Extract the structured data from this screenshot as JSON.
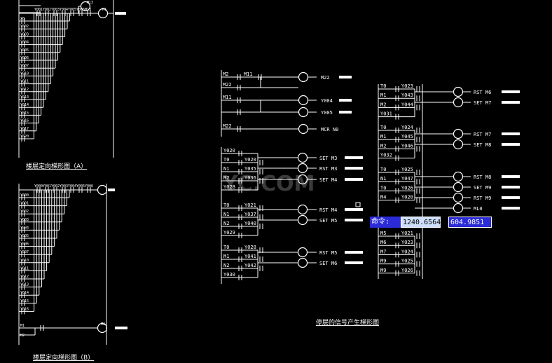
{
  "watermark": "YC.COM",
  "captions": {
    "a": "楼层定向梯形图（A）",
    "b": "楼层定向梯形图（B）",
    "main": "停层的信号产生梯形图"
  },
  "command_input": {
    "label": "命令:",
    "x": "1240.6564",
    "y": "604.9851"
  },
  "colors": {
    "background": "#000000",
    "line": "#ffffff",
    "input_bg": "#2b2bd8"
  },
  "left_top": {
    "top_contacts": [
      "Y001",
      "Y002",
      "Y003",
      "Y004",
      "Y005",
      "Y006",
      "M13"
    ],
    "rows": [
      "X0",
      "Y002",
      "Y003",
      "Y004",
      "Y005",
      "Y006",
      "Y007",
      "Y010",
      "Y011",
      "Y012",
      "Y013",
      "Y014",
      "Y015",
      "Y016",
      "Y017",
      "Y020"
    ],
    "coil": "M1",
    "branch": "M13"
  },
  "left_bottom": {
    "top_contacts": [
      "Y000",
      "Y001",
      "Y002",
      "Y003",
      "Y004",
      "Y005",
      "Y006"
    ],
    "rows": [
      "Y000",
      "Y001",
      "Y002",
      "Y003",
      "Y004",
      "Y005",
      "Y006",
      "Y007",
      "Y010",
      "Y011",
      "Y012",
      "Y013",
      "Y014",
      "Y015",
      "Y016"
    ],
    "coil": "M2",
    "last_rows": [
      "M1",
      "M2"
    ]
  },
  "block1": {
    "rows": [
      {
        "contacts": [
          "M2",
          "M11"
        ],
        "coil": "M22"
      },
      {
        "contacts": [
          "M22"
        ],
        "coil": ""
      },
      {
        "contacts": [
          "M11"
        ],
        "coil": "Y004"
      },
      {
        "contacts": [
          ""
        ],
        "coil": "Y005"
      },
      {
        "contacts": [
          "M22"
        ],
        "coil": "MCR  N0"
      }
    ]
  },
  "block2": {
    "groups": [
      {
        "rows": [
          [
            "Y020",
            ""
          ],
          [
            "T0",
            "Y020"
          ],
          [
            "N1",
            "Y035"
          ],
          [
            "M2",
            "Y036"
          ],
          [
            "Y028",
            ""
          ]
        ],
        "coils": [
          "SET M3",
          "RST M3",
          "SET M4"
        ]
      },
      {
        "rows": [
          [
            "T0",
            "Y021"
          ],
          [
            "N1",
            "Y037"
          ],
          [
            "N2",
            "Y040"
          ],
          [
            "Y029",
            ""
          ]
        ],
        "coils": [
          "RST M4",
          "SET M5"
        ]
      },
      {
        "rows": [
          [
            "T0",
            "Y028"
          ],
          [
            "M1",
            "Y041"
          ],
          [
            "N2",
            "Y042"
          ],
          [
            "Y030",
            ""
          ]
        ],
        "coils": [
          "RST M5",
          "SET M6"
        ]
      }
    ]
  },
  "block3": {
    "groups": [
      {
        "rows": [
          [
            "T0",
            "Y023"
          ],
          [
            "M1",
            "Y043"
          ],
          [
            "M2",
            "Y044"
          ],
          [
            "Y031",
            ""
          ]
        ],
        "coils": [
          "RST M6",
          "SET M7"
        ]
      },
      {
        "rows": [
          [
            "T0",
            "Y024"
          ],
          [
            "M1",
            "Y045"
          ],
          [
            "M2",
            "Y046"
          ],
          [
            "Y032",
            ""
          ]
        ],
        "coils": [
          "RST M7",
          "SET M8"
        ]
      },
      {
        "rows": [
          [
            "T0",
            "Y025"
          ],
          [
            "N1",
            "Y047"
          ],
          [
            "T0",
            "Y026"
          ],
          [
            "M4",
            "Y020"
          ]
        ],
        "coils": [
          "RST M8",
          "SET M9",
          "RST M9",
          "ML0"
        ]
      },
      {
        "rows": [
          [
            "M5",
            "Y021"
          ],
          [
            "M6",
            "Y023"
          ],
          [
            "M7",
            "Y024"
          ],
          [
            "M9",
            "Y025"
          ],
          [
            "M9",
            "Y026"
          ]
        ],
        "coils": []
      }
    ]
  }
}
